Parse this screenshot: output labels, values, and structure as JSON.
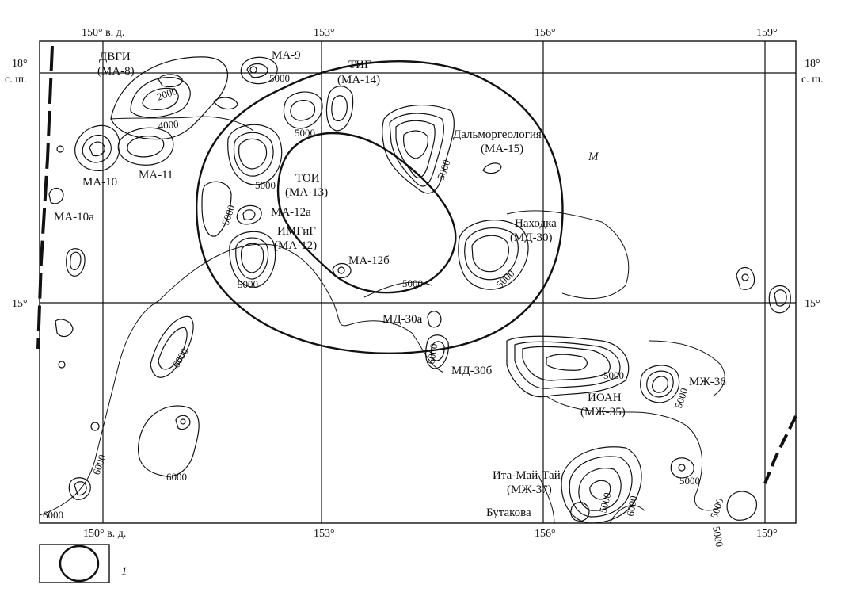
{
  "map": {
    "longitudes": {
      "top": [
        {
          "label": "150° в. д."
        },
        {
          "label": "153°"
        },
        {
          "label": "156°"
        },
        {
          "label": "159°"
        }
      ],
      "bottom": [
        {
          "label": "150° в. д."
        },
        {
          "label": "153°"
        },
        {
          "label": "156°"
        },
        {
          "label": "159°"
        }
      ]
    },
    "latitudes": {
      "lat18_left_1": "18°",
      "lat18_left_2": "с. ш.",
      "lat18_right_1": "18°",
      "lat18_right_2": "с. ш.",
      "lat15_left": "15°",
      "lat15_right": "15°"
    },
    "labels": {
      "dvgi_1": "ДВГИ",
      "dvgi_2": "(МА-8)",
      "ma9": "МА-9",
      "tig_1": "ТИГ",
      "tig_2": "(МА-14)",
      "dmg_1": "Дальморгеология",
      "dmg_2": "(МА-15)",
      "m": "M",
      "ma10": "МА-10",
      "ma11": "МА-11",
      "toi_1": "ТОИ",
      "toi_2": "(МА-13)",
      "ma10a": "МА-10а",
      "ma12a": "МА-12а",
      "imgig_1": "ИМГиГ",
      "imgig_2": "(МА-12)",
      "nakhodka_1": "Находка",
      "nakhodka_2": "(МД-30)",
      "ma12b": "МА-12б",
      "md30a": "МД-30а",
      "md30b": "МД-30б",
      "mzh36": "МЖ-36",
      "ioan_1": "ИОАН",
      "ioan_2": "(МЖ-35)",
      "ita_1": "Ита-Май-Тай",
      "ita_2": "(МЖ-37)",
      "butakova": "Бутакова"
    },
    "isobaths": {
      "i2000": "2000",
      "i4000": "4000",
      "i5000_ma9": "5000",
      "i5000_tig": "5000",
      "i5000_dmg": "5000",
      "i5000_toi": "5000",
      "i5000_w": "5000",
      "i5000_imgig": "5000",
      "i5000_center": "5000",
      "i5000_nakh": "5000",
      "i5000_ioan": "5000",
      "i5000_mzh36": "5000",
      "i5000_ita1": "5000",
      "i5000_ita2": "5000",
      "i5000_se": "5000",
      "i5000_ne": "5000",
      "i6000_w": "6000",
      "i6000_sw": "6000",
      "i6000_s": "6000",
      "i6000_corner": "6000",
      "i6000_md": "6000",
      "i6000_ita": "6000"
    },
    "legend": {
      "number": "1"
    }
  }
}
